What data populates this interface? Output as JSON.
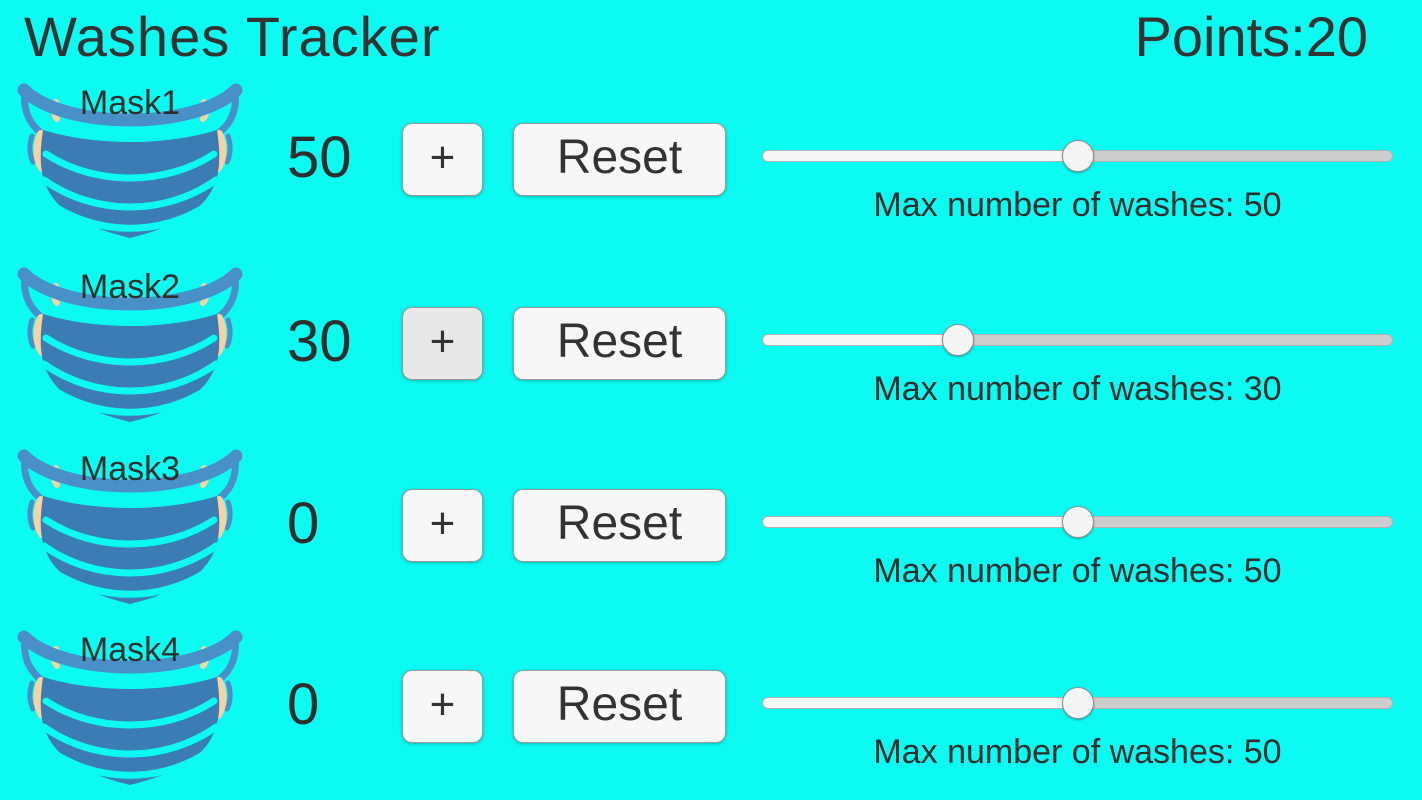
{
  "app": {
    "title": "Washes Tracker",
    "points_label": "Points:",
    "points_value": "20"
  },
  "colors": {
    "background": "#0BFAF2",
    "text": "#333333",
    "button_background": "#F7F7F7",
    "button_background_active": "#E8E8E8",
    "button_border": "#9A9A9A",
    "slider_filled": "#F7F7F7",
    "slider_unfilled": "#CDCDCD",
    "mask_band_blue": "#4A90C8",
    "mask_body_blue": "#3B7CB5",
    "mask_ear_peach": "#F5D3A3"
  },
  "buttons": {
    "increment_label": "+",
    "reset_label": "Reset"
  },
  "rows": [
    {
      "mask_label": "Mask1",
      "count": "50",
      "slider_percent": 50,
      "max_label": "Max number of washes: 50",
      "plus_state": "normal"
    },
    {
      "mask_label": "Mask2",
      "count": "30",
      "slider_percent": 31,
      "max_label": "Max number of washes: 30",
      "plus_state": "active"
    },
    {
      "mask_label": "Mask3",
      "count": "0",
      "slider_percent": 50,
      "max_label": "Max number of washes: 50",
      "plus_state": "normal"
    },
    {
      "mask_label": "Mask4",
      "count": "0",
      "slider_percent": 50,
      "max_label": "Max number of washes: 50",
      "plus_state": "normal"
    }
  ]
}
